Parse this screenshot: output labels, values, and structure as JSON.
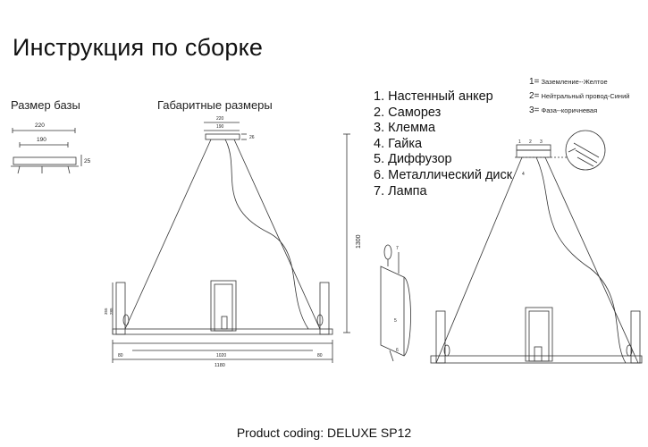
{
  "title": "Инструкция по сборке",
  "base_size_label": "Размер базы",
  "overall_size_label": "Габаритные размеры",
  "parts": [
    "1. Настенный анкер",
    "2. Саморез",
    "3. Клемма",
    "4. Гайка",
    "5. Диффузор",
    "6. Металлический диск",
    "7. Лампа"
  ],
  "wiring": [
    {
      "num": "1=",
      "text": "Заземление--Желтое"
    },
    {
      "num": "2=",
      "text": "Нейтральный провод-Синий"
    },
    {
      "num": "3=",
      "text": "Фаза--коричневая"
    }
  ],
  "dimensions": {
    "base_width_outer": "220",
    "base_width_inner": "190",
    "base_height": "25",
    "overall_base_outer": "220",
    "overall_base_inner": "190",
    "overall_canopy_height": "26",
    "drop_height": "1300",
    "ring_inner": "1020",
    "ring_total": "1180",
    "left_offset": "80",
    "right_offset": "80",
    "side_h1": "355",
    "side_h2": "285"
  },
  "diagram_numbers": [
    "1",
    "2",
    "3",
    "4",
    "5",
    "6",
    "7"
  ],
  "footer": "Product coding: DELUXE SP12"
}
